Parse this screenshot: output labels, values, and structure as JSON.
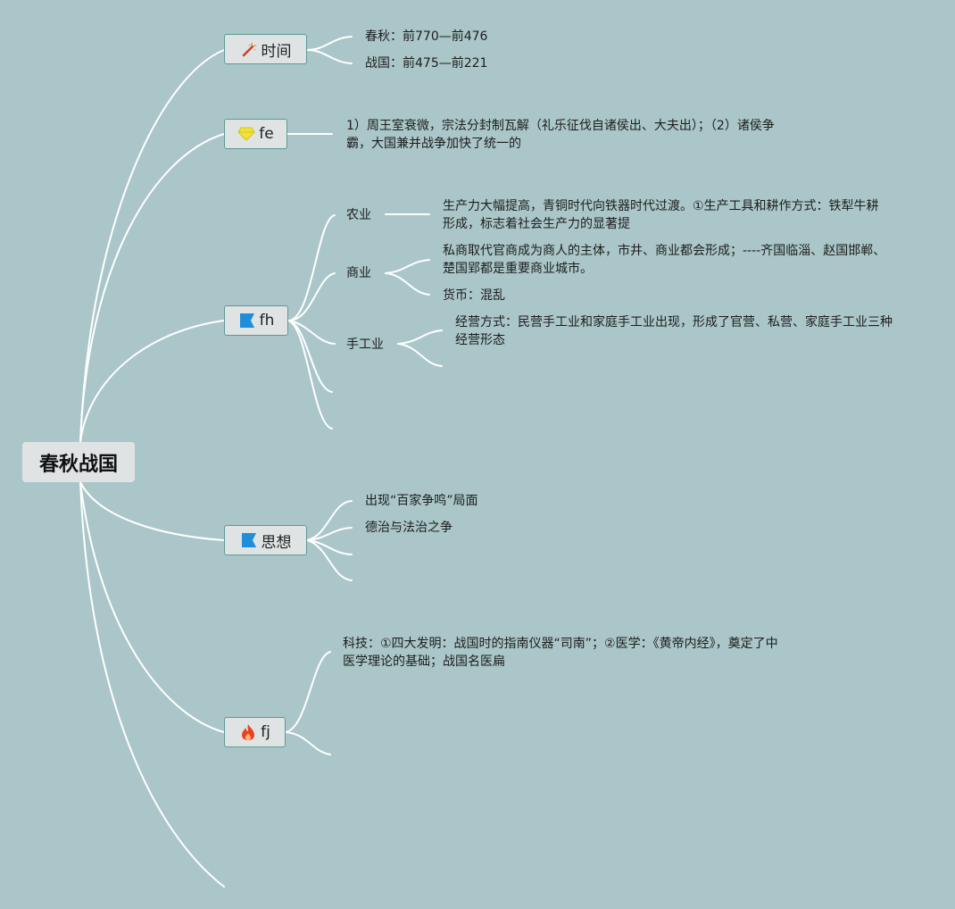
{
  "root": {
    "label": "春秋战国"
  },
  "topics": {
    "time": {
      "label": "时间",
      "icon": "magic-wand-icon",
      "items": [
        "春秋：前770—前476",
        "战国：前475—前221"
      ]
    },
    "fe": {
      "label": "fe",
      "icon": "gem-icon",
      "items": [
        "1）周王室衰微，宗法分封制瓦解（礼乐征伐自诸侯出、大夫出）；（2）诸侯争霸，大国兼并战争加快了统一的"
      ]
    },
    "fh": {
      "label": "fh",
      "icon": "flag-icon",
      "agriculture": {
        "label": "农业",
        "detail": "生产力大幅提高，青铜时代向铁器时代过渡。①生产工具和耕作方式：铁犁牛耕形成，标志着社会生产力的显著提"
      },
      "commerce": {
        "label": "商业",
        "detail1": "私商取代官商成为商人的主体，市井、商业都会形成；----齐国临淄、赵国邯郸、楚国郢都是重要商业城市。",
        "detail2": "货币：混乱"
      },
      "handicraft": {
        "label": "手工业",
        "detail": "经营方式：民营手工业和家庭手工业出现，形成了官营、私营、家庭手工业三种经营形态"
      }
    },
    "thought": {
      "label": "思想",
      "icon": "flag-icon",
      "items": [
        "出现“百家争鸣”局面",
        "德治与法治之争"
      ]
    },
    "fj": {
      "label": "fj",
      "icon": "fire-icon",
      "items": [
        "科技：①四大发明：战国时的指南仪器“司南”；②医学：《黄帝内经》，奠定了中医学理论的基础；战国名医扁"
      ]
    }
  },
  "colors": {
    "background": "#aac6c8",
    "node_fill": "#dfe3e4",
    "node_border": "#5c9a94",
    "connector": "#ffffff",
    "flag_blue": "#1e8ed8",
    "fire_red": "#e8431e",
    "gem_yellow": "#f2e23a"
  }
}
